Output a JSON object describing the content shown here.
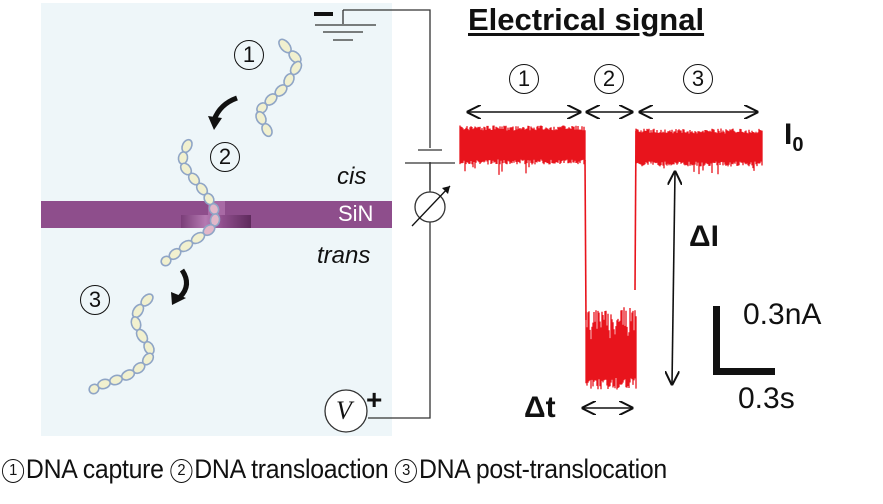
{
  "title": "Electrical signal",
  "chamber": {
    "cis_label": "cis",
    "trans_label": "trans",
    "membrane_label": "SiN",
    "background_color": "#eef6f9",
    "membrane_color": "#8e4e8c"
  },
  "circuit": {
    "ground_polarity": "−",
    "voltage_symbol": "V",
    "voltage_polarity": "+",
    "icons": [
      "ground-icon",
      "battery-icon",
      "ammeter-icon",
      "voltage-source-icon"
    ]
  },
  "steps_diagram": [
    {
      "number": "1"
    },
    {
      "number": "2"
    },
    {
      "number": "3"
    }
  ],
  "signal": {
    "trace_color": "#e8141c",
    "phase_labels": [
      "1",
      "2",
      "3"
    ],
    "baseline_label": "I",
    "baseline_subscript": "0",
    "amplitude_label": "ΔI",
    "duration_label": "Δt",
    "scale_current": "0.3nA",
    "scale_time": "0.3s"
  },
  "caption": [
    {
      "number": "1",
      "text": "DNA capture"
    },
    {
      "number": "2",
      "text": "DNA transloaction"
    },
    {
      "number": "3",
      "text": "DNA post-translocation"
    }
  ]
}
